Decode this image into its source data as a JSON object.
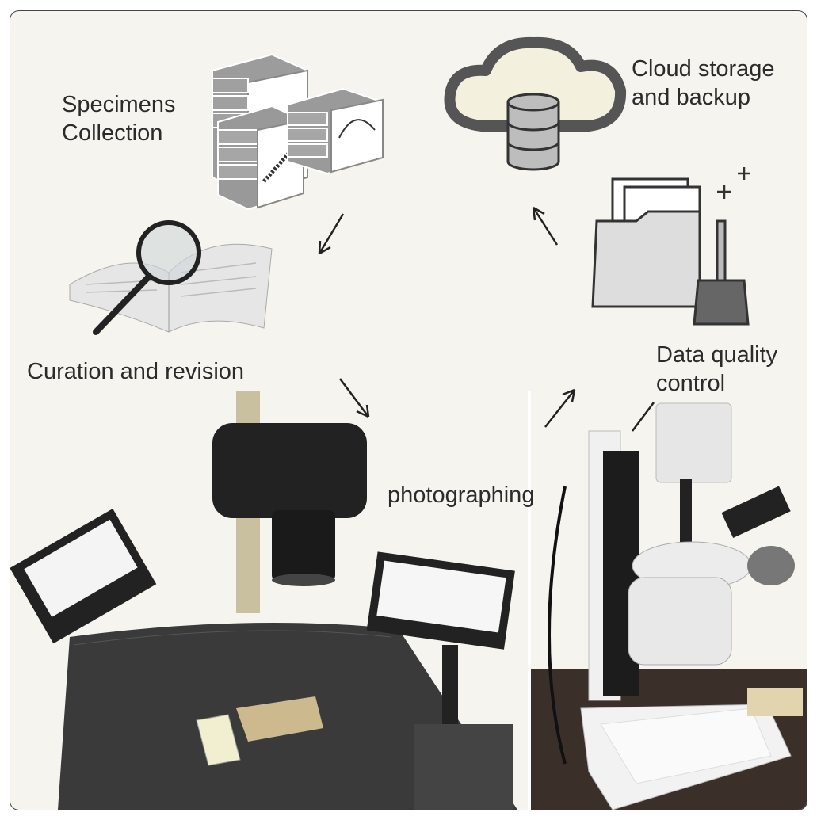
{
  "labels": {
    "specimens_line1": "Specimens",
    "specimens_line2": "Collection",
    "cloud_line1": "Cloud storage",
    "cloud_line2": "and backup",
    "curation": "Curation and revision",
    "photographing": "photographing",
    "dq_line1": "Data quality",
    "dq_line2": "control"
  },
  "colors": {
    "background": "#f5f4ee",
    "text": "#2b2b2b",
    "icon_gray": "#9a9a9a",
    "icon_dark": "#4a4a4a"
  }
}
